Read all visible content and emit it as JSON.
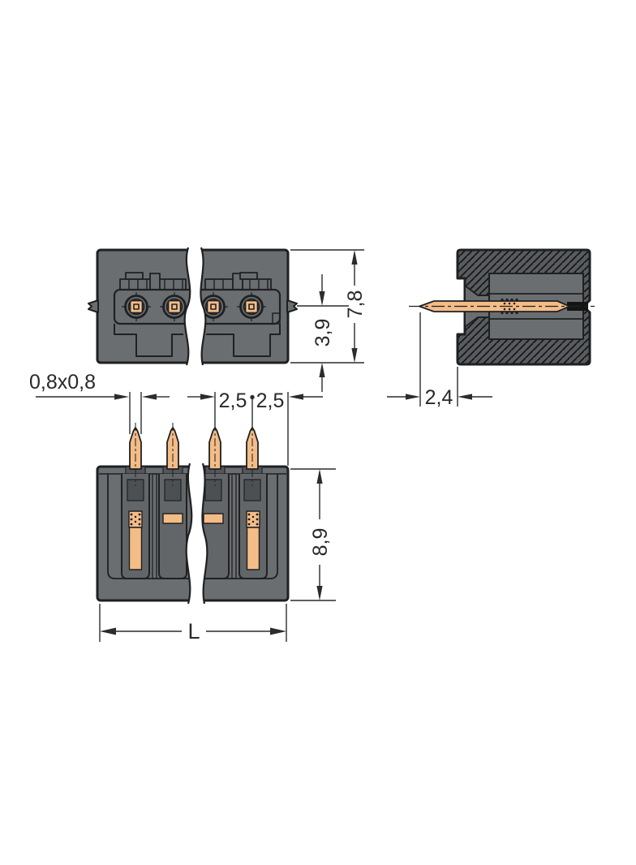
{
  "drawing": {
    "kind": "connector-technical-drawing",
    "dimensions": {
      "pin_square": "0,8x0,8",
      "pitch_a": "2,5",
      "pitch_b": "2,5",
      "front_center_height": "3,9",
      "front_total_height": "7,8",
      "pin_protrusion": "2,4",
      "body_height": "8,9",
      "total_length": "L"
    },
    "colors": {
      "background": "#ffffff",
      "body_gray": "#6b6e70",
      "body_dark": "#54575a",
      "channel_gray": "#636669",
      "cavity_dark": "#4d5053",
      "hatch_fill": "#595c5f",
      "outline": "#1e2022",
      "copper": "#f4bc87",
      "dimension_line": "#2a2c2e"
    }
  }
}
